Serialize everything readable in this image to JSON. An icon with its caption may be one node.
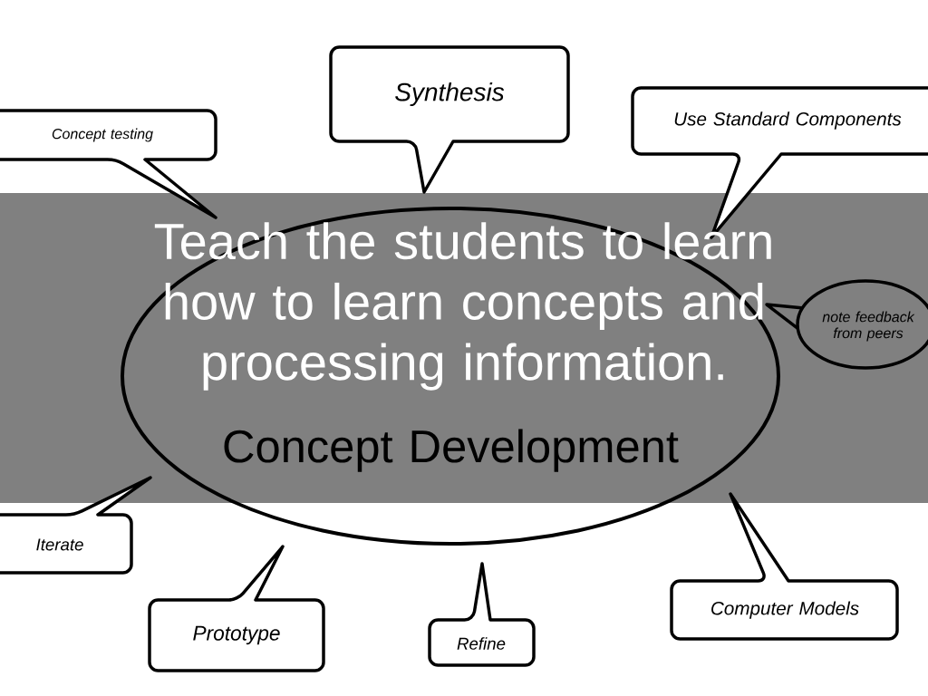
{
  "diagram": {
    "title": "Teach the students to learn how to learn concepts and processing information.",
    "nodes": [
      {
        "text": [
          "Concept Development"
        ]
      },
      {
        "text": [
          "Concept testing"
        ]
      },
      {
        "text": [
          "Synthesis"
        ]
      },
      {
        "text": [
          "Use Standard Components"
        ]
      },
      {
        "text": [
          "note feedback from peers"
        ]
      },
      {
        "text": [
          "Iterate"
        ]
      },
      {
        "text": [
          "Prototype"
        ]
      },
      {
        "text": [
          "Refine"
        ]
      },
      {
        "text": [
          "Computer Models"
        ]
      }
    ]
  }
}
